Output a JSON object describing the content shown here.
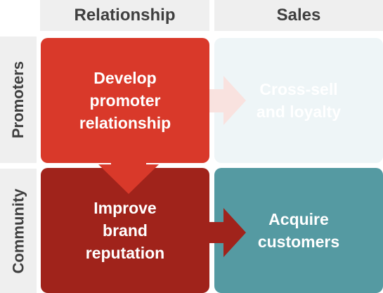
{
  "columns": {
    "relationship": "Relationship",
    "sales": "Sales"
  },
  "rows": {
    "promoters": "Promoters",
    "community": "Community"
  },
  "cells": {
    "develop": "Develop\npromoter\nrelationship",
    "cross_sell": "Cross-sell\nand loyalty",
    "improve": "Improve\nbrand\nreputation",
    "acquire": "Acquire\ncustomers"
  },
  "colors": {
    "header_bg": "#efefef",
    "header_text": "#3f3f3f",
    "develop": "#d9392a",
    "cross_sell": "#eef5f7",
    "improve": "#a0231b",
    "acquire": "#559aa2",
    "arrow_faint": "#f9e2df",
    "arrow_down": "#d9392a",
    "arrow_right": "#a0231b"
  }
}
